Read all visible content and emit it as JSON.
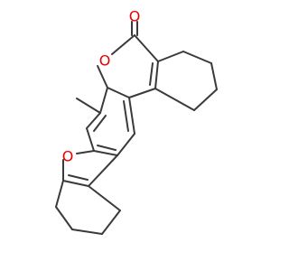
{
  "molecule": {
    "atoms": {
      "carbonyl_oxygen": {
        "symbol": "O",
        "color": "#e60000"
      },
      "lactone_oxygen": {
        "symbol": "O",
        "color": "#e60000"
      },
      "furan_oxygen": {
        "symbol": "O",
        "color": "#e60000"
      }
    },
    "bond_color": "#3a3a3a"
  }
}
